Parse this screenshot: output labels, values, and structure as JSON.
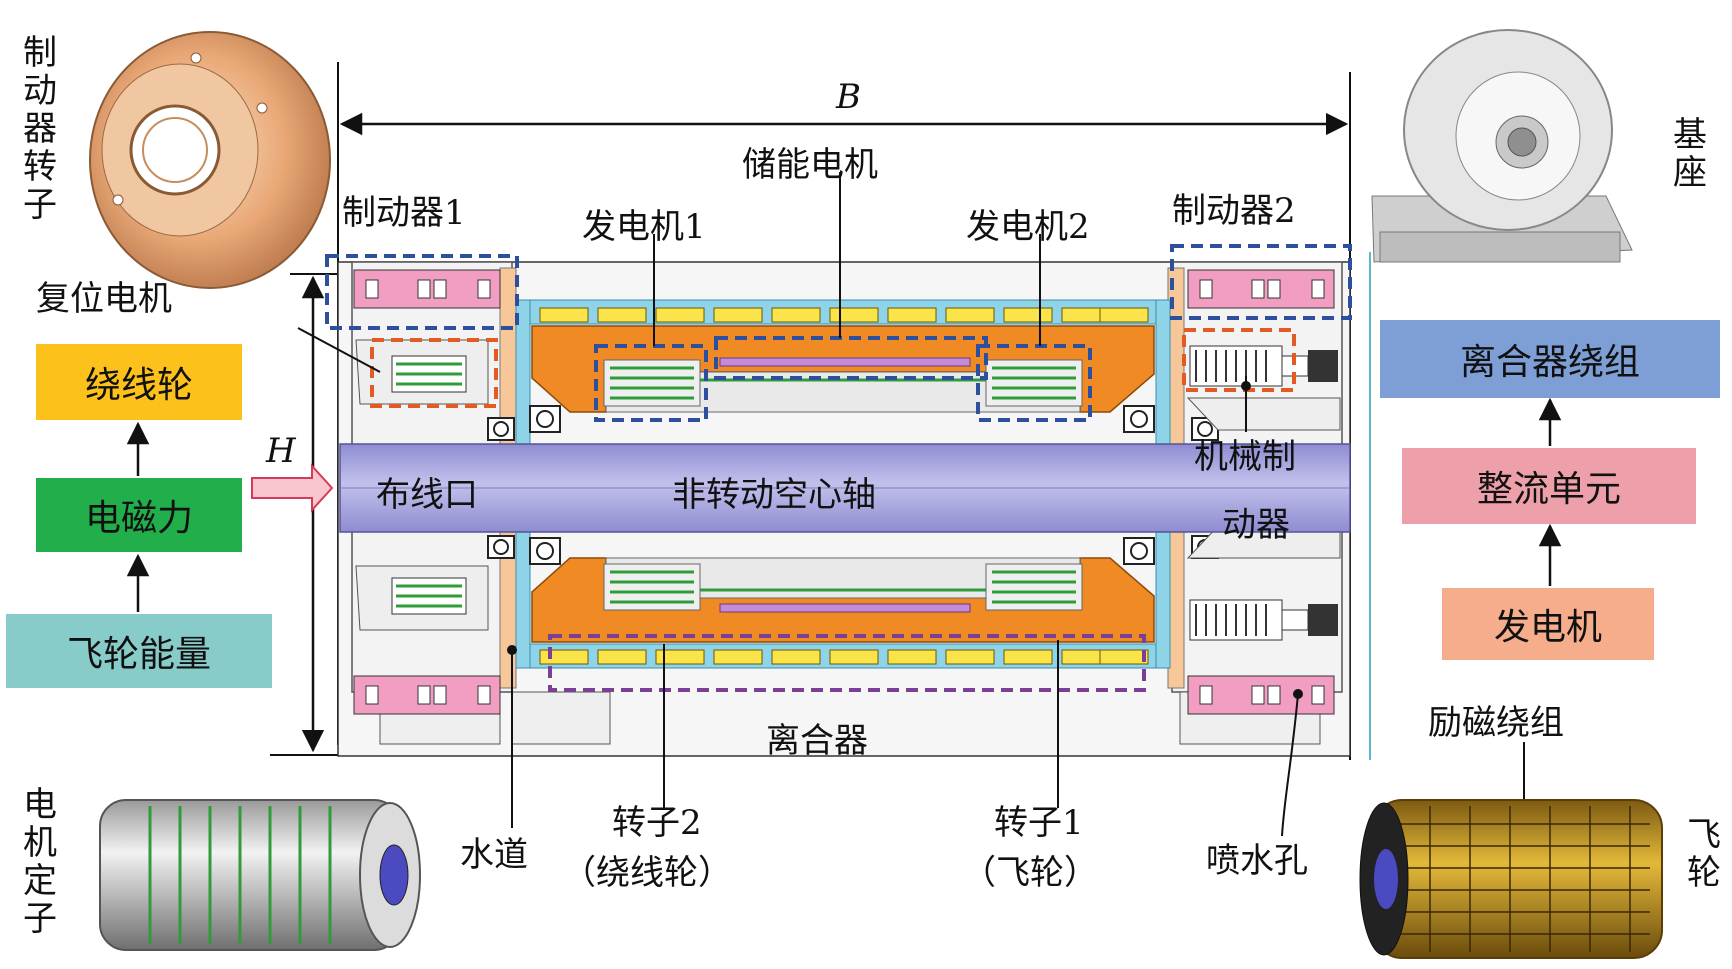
{
  "dim": {
    "width": "B",
    "height": "H"
  },
  "labels": {
    "motor": "储能电机",
    "brake1": "制动器1",
    "brake2": "制动器2",
    "gen1": "发电机1",
    "gen2": "发电机2",
    "reset_motor": "复位电机",
    "wiring_port": "布线口",
    "shaft": "非转动空心轴",
    "mech_brake_1": "机械制",
    "mech_brake_2": "动器",
    "clutch": "离合器",
    "water_channel": "水道",
    "rotor2_a": "转子2",
    "rotor2_b": "（绕线轮）",
    "rotor1_a": "转子1",
    "rotor1_b": "（飞轮）",
    "spray_hole": "喷水孔",
    "excitation": "励磁绕组"
  },
  "side": {
    "brake_rotor": "制动器转子",
    "base": "基座",
    "stator": "电机定子",
    "flywheel": "飞轮"
  },
  "flow_left": [
    "绕线轮",
    "电磁力",
    "飞轮能量"
  ],
  "flow_right": [
    "离合器绕组",
    "整流单元",
    "发电机"
  ],
  "colors": {
    "reel": "#fcc21b",
    "emforce": "#21ae4b",
    "flywheel_energy": "#88ccc9",
    "clutch_winding": "#7d9fd6",
    "rectifier": "#eea0aa",
    "generator": "#f6ad8b",
    "rotor_orange": "#f08a24",
    "shaft_blue": "#a9a8dc",
    "coil_pink": "#f19ec2",
    "cooling": "#8fd3e8",
    "dash_blue": "#2e4f9e",
    "dash_red": "#e25a24",
    "dash_purple": "#7b3f98"
  }
}
